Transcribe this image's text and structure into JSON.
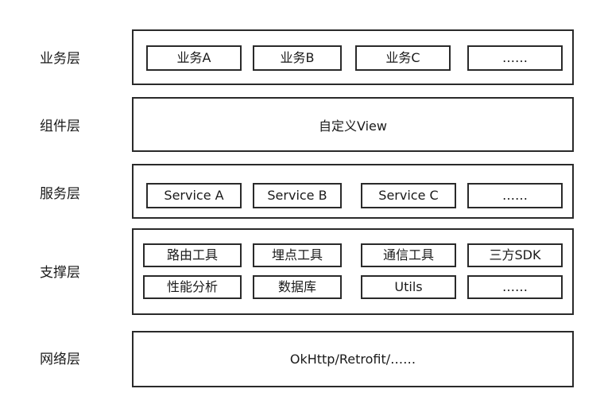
{
  "layers": {
    "business": {
      "label": "业务层",
      "items": [
        "业务A",
        "业务B",
        "业务C",
        "……"
      ]
    },
    "component": {
      "label": "组件层",
      "content": "自定义View"
    },
    "service": {
      "label": "服务层",
      "items": [
        "Service A",
        "Service B",
        "Service C",
        "……"
      ]
    },
    "support": {
      "label": "支撑层",
      "row1": [
        "路由工具",
        "埋点工具",
        "通信工具",
        "三方SDK"
      ],
      "row2": [
        "性能分析",
        "数据库",
        "Utils",
        "……"
      ]
    },
    "network": {
      "label": "网络层",
      "content": "OkHttp/Retrofit/……"
    }
  }
}
